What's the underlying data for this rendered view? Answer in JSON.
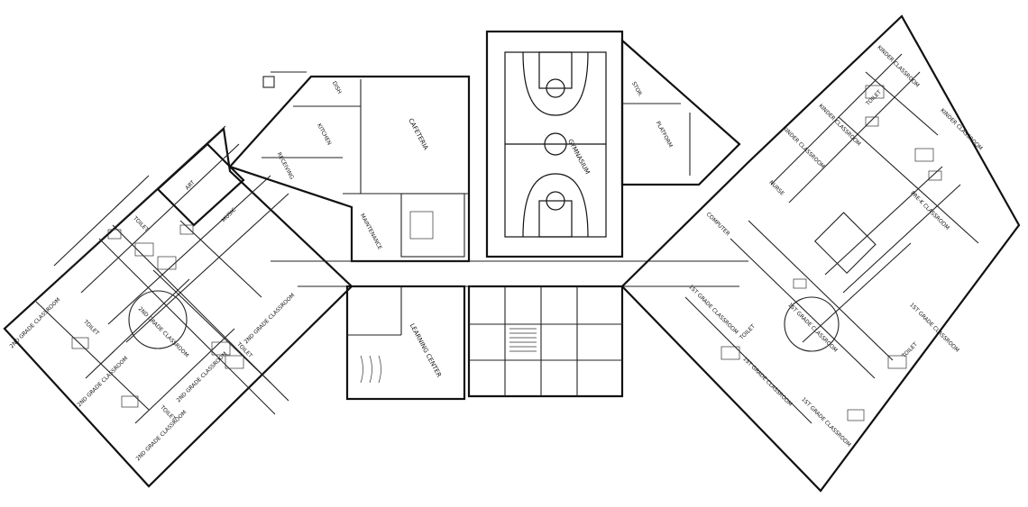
{
  "plan": {
    "left_wing": {
      "room_2nd_grade_a": "2ND GRADE CLASSROOM",
      "room_2nd_grade_b": "2ND GRADE CLASSROOM",
      "room_2nd_grade_c": "2ND GRADE CLASSROOM",
      "room_2nd_grade_d": "2ND GRADE CLASSROOM",
      "room_2nd_grade_e": "2ND GRADE CLASSROOM",
      "toilet_a": "TOILET",
      "toilet_b": "TOILET",
      "toilet_c": "TOILET",
      "toilet_d": "TOILET",
      "room_art": "ART",
      "room_music": "MUSIC"
    },
    "center_left": {
      "kitchen": "KITCHEN",
      "dish": "DISH",
      "cafeteria": "CAFETERIA",
      "receiving": "RECEIVING",
      "maintenance": "MAINTENANCE",
      "learning_center": "LEARNING CENTER"
    },
    "center_right": {
      "gymnasium": "GYMNASIUM",
      "platform": "PLATFORM",
      "storage": "STOR."
    },
    "right_wing": {
      "room_kinder_a": "KINDER CLASSROOM",
      "room_kinder_b": "KINDER CLASSROOM",
      "room_kinder_c": "KINDER CLASSROOM",
      "room_kinder_d": "KINDER CLASSROOM",
      "room_pre_k": "PRE-K CLASSROOM",
      "room_computer": "COMPUTER",
      "room_nurse": "NURSE",
      "room_1st_grade_a": "1ST GRADE CLASSROOM",
      "room_1st_grade_b": "1ST GRADE CLASSROOM",
      "room_1st_grade_c": "1ST GRADE CLASSROOM",
      "room_1st_grade_d": "1ST GRADE CLASSROOM",
      "room_1st_grade_e": "1ST GRADE CLASSROOM",
      "toilet_a": "TOILET",
      "toilet_b": "TOILET",
      "toilet_c": "TOILET"
    }
  }
}
